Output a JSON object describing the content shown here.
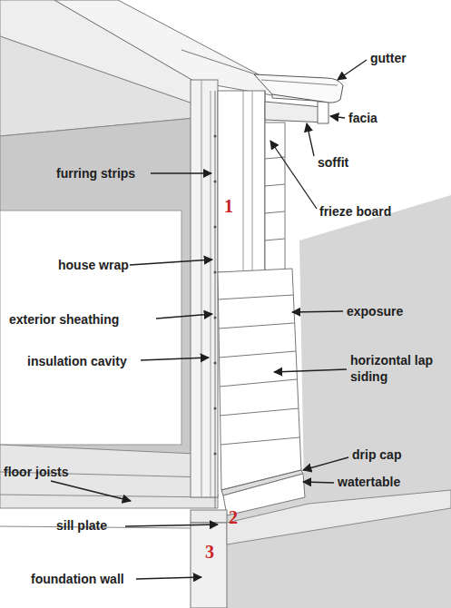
{
  "diagram": {
    "labels": [
      "gutter",
      "facia",
      "soffit",
      "furring strips",
      "1",
      "frieze board",
      "house wrap",
      "exterior sheathing",
      "exposure",
      "insulation cavity",
      "horizontal lap siding",
      "drip cap",
      "watertable",
      "floor joists",
      "2",
      "sill plate",
      "3",
      "foundation wall"
    ]
  }
}
